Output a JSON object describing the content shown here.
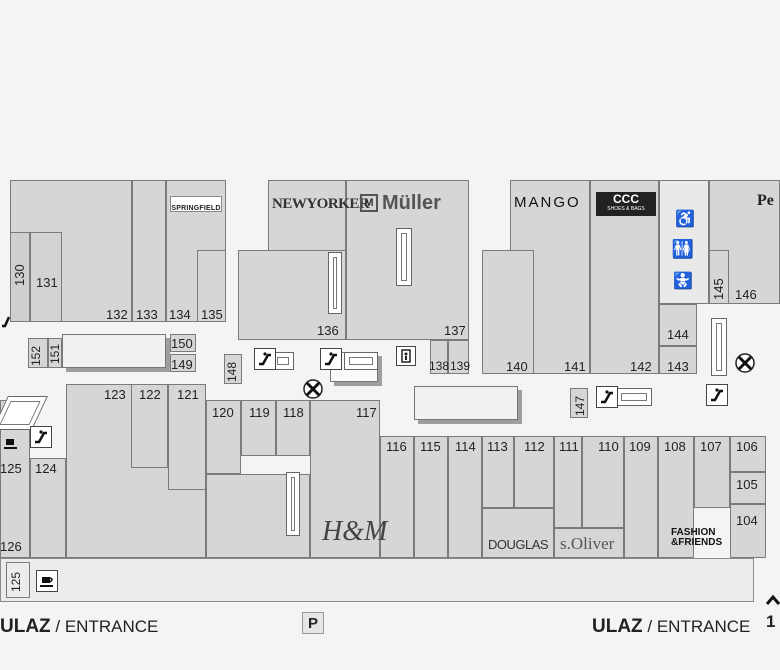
{
  "stores": [
    {
      "number": "130"
    },
    {
      "number": "131"
    },
    {
      "number": "132"
    },
    {
      "number": "133"
    },
    {
      "number": "134"
    },
    {
      "number": "135"
    },
    {
      "number": "136"
    },
    {
      "number": "137"
    },
    {
      "number": "138"
    },
    {
      "number": "139"
    },
    {
      "number": "140"
    },
    {
      "number": "141"
    },
    {
      "number": "142"
    },
    {
      "number": "143"
    },
    {
      "number": "144"
    },
    {
      "number": "145"
    },
    {
      "number": "146"
    },
    {
      "number": "147"
    },
    {
      "number": "148"
    },
    {
      "number": "149"
    },
    {
      "number": "150"
    },
    {
      "number": "151"
    },
    {
      "number": "152"
    },
    {
      "number": "123"
    },
    {
      "number": "122"
    },
    {
      "number": "121"
    },
    {
      "number": "120"
    },
    {
      "number": "119"
    },
    {
      "number": "118"
    },
    {
      "number": "117"
    },
    {
      "number": "116"
    },
    {
      "number": "115"
    },
    {
      "number": "114"
    },
    {
      "number": "113"
    },
    {
      "number": "112"
    },
    {
      "number": "111"
    },
    {
      "number": "110"
    },
    {
      "number": "109"
    },
    {
      "number": "108"
    },
    {
      "number": "107"
    },
    {
      "number": "106"
    },
    {
      "number": "105"
    },
    {
      "number": "104"
    },
    {
      "number": "124"
    },
    {
      "number": "125"
    },
    {
      "number": "126"
    },
    {
      "number": "125"
    }
  ],
  "brands": {
    "springfield": "SPRINGFIELD",
    "newyorker": "NEWYORKER",
    "muller": "Müller",
    "mango": "MANGO",
    "ccc": "CCC",
    "ccc_sub": "SHOES & BAGS",
    "pe": "Pe",
    "hm": "H&M",
    "douglas": "DOUGLAS",
    "soliver": "s.Oliver",
    "fashion": "FASHION",
    "friends": "&FRIENDS"
  },
  "entrances": {
    "left_word": "ULAZ",
    "left_text": "/ ENTRANCE",
    "right_word": "ULAZ",
    "right_text": "/ ENTRANCE",
    "edge_number": "1"
  },
  "parking_label": "P",
  "icon_names": [
    "escalator-icon",
    "restroom-icon",
    "accessible-icon",
    "baby-change-icon",
    "elevator-icon",
    "atm-icon",
    "coffee-icon",
    "parking-icon"
  ]
}
